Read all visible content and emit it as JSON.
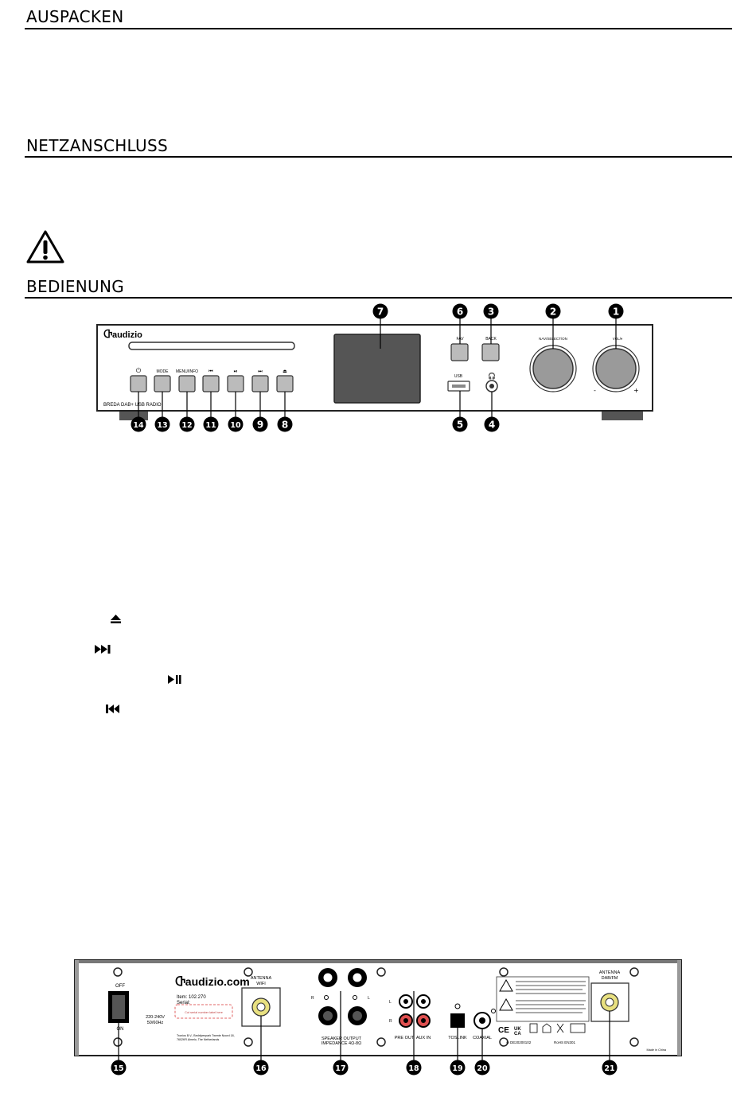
{
  "sections": [
    {
      "title": "AUSPACKEN"
    },
    {
      "title": "NETZANSCHLUSS"
    },
    {
      "title": "BEDIENUNG"
    }
  ],
  "warning_icon": "warning-triangle-icon",
  "front_panel": {
    "brand": "audizio",
    "model": "BREDA DAB+ USB RADIO",
    "button_labels": [
      "⏻",
      "MODE",
      "MENU/INFO",
      "⏮",
      "⏯",
      "⏭",
      "⏏"
    ],
    "fav_label": "FAV",
    "back_label": "BACK",
    "usb_label": "USB",
    "nav_knob_label": "NAV/SELECT/ON",
    "vol_knob_label": "VOL/⏸",
    "callouts": [
      "1",
      "2",
      "3",
      "4",
      "5",
      "6",
      "7",
      "8",
      "9",
      "10",
      "11",
      "12",
      "13",
      "14"
    ]
  },
  "rear_panel": {
    "brand": "audizio.com",
    "item": "Item: 102.270",
    "serial": "Serial:",
    "sticker": "Cut serial number label here",
    "switch_off": "OFF",
    "switch_on": "ON",
    "power_spec": "220-240V\n50/60Hz",
    "company": "Tronios B.V., Bedrijvenpark Twente Noord 18, 7602KR Almelo, The Netherlands",
    "antenna_wifi": "ANTENNA\nWIFI",
    "speaker_output": "SPEAKER OUTPUT\nIMPEDANCE 4Ω-8Ω",
    "pre_out": "PRE OUT",
    "aux_in": "AUX IN",
    "toslink": "TOSLINK",
    "coaxial": "COAXIAL",
    "antenna_dab": "ANTENNA\nDAB/FM",
    "made_in": "Made in China",
    "cert_code": "DE20200102",
    "callouts": [
      "15",
      "16",
      "17",
      "18",
      "19",
      "20",
      "21"
    ]
  },
  "inline_icons": [
    "eject-icon",
    "next-track-icon",
    "play-pause-icon",
    "prev-track-icon"
  ]
}
